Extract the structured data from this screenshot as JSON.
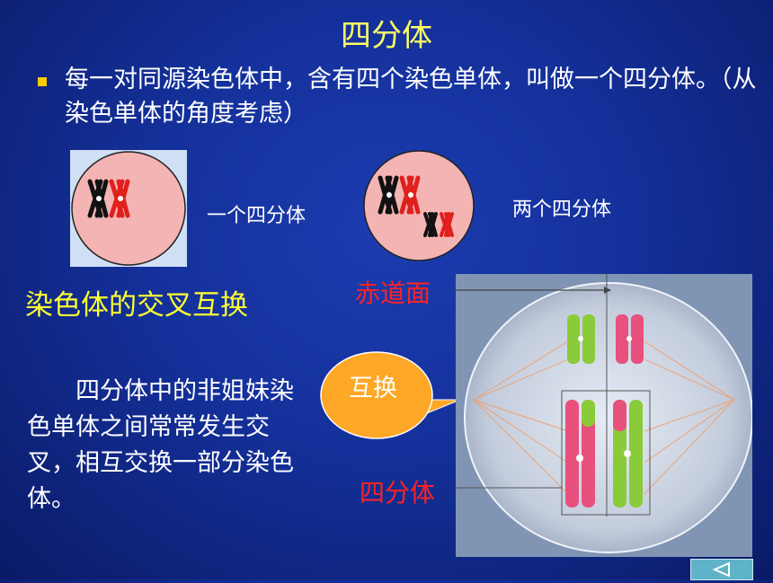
{
  "slide": {
    "title": "四分体",
    "bullet_text": "每一对同源染色体中，含有四个染色单体，叫做一个四分体。（从染色单体的角度考虑）",
    "caption_one": "一个四分体",
    "caption_two": "两个四分体",
    "crossover_heading": "染色体的交叉互换",
    "paragraph": "四分体中的非姐妹染色单体之间常常发生交叉，相互交换一部分染色体。",
    "label_equator": "赤道面",
    "label_exchange": "互换",
    "label_tetrad": "四分体"
  },
  "nav": {
    "back_icon": "triangle-left-icon"
  },
  "colors": {
    "background": "#14309a",
    "title": "#ffff66",
    "heading": "#ffff33",
    "label_red": "#ff2222",
    "bullet": "#ffcc00",
    "cell_fill": "#f4b4b4",
    "callout_fill": "#ffa726",
    "chromosome_black": "#111111",
    "chromosome_red": "#e0201c",
    "chromosome_pink": "#e8507e",
    "chromosome_green": "#8acb3a"
  }
}
